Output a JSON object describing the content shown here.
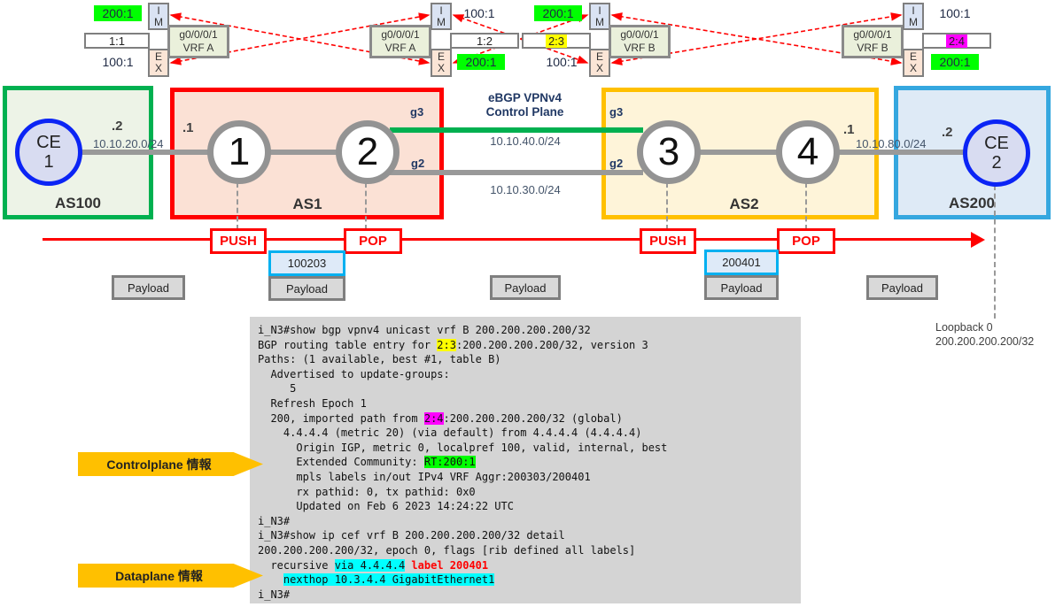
{
  "widgets": [
    {
      "import_rt": "200:1",
      "import_bg": "#00FF00",
      "im": "I\nM",
      "rd": "1:1",
      "rd_bg": "none",
      "ex": "E\nX",
      "export_rt": "100:1",
      "export_bg": "none",
      "interface": "g0/0/0/1",
      "vrf": "VRF A"
    },
    {
      "import_rt": "100:1",
      "import_bg": "none",
      "im": "I\nM",
      "rd": "1:2",
      "rd_bg": "none",
      "ex": "E\nX",
      "export_rt": "200:1",
      "export_bg": "#00FF00",
      "interface": "g0/0/0/1",
      "vrf": "VRF A"
    },
    {
      "import_rt": "200:1",
      "import_bg": "#00FF00",
      "im": "I\nM",
      "rd": "2:3",
      "rd_bg": "#FFFF00",
      "ex": "E\nX",
      "export_rt": "100:1",
      "export_bg": "none",
      "interface": "g0/0/0/1",
      "vrf": "VRF B"
    },
    {
      "import_rt": "100:1",
      "import_bg": "none",
      "im": "I\nM",
      "rd": "2:4",
      "rd_bg": "#FF00FF",
      "ex": "E\nX",
      "export_rt": "200:1",
      "export_bg": "#00FF00",
      "interface": "g0/0/0/1",
      "vrf": "VRF B"
    }
  ],
  "topology": {
    "as_groups": [
      {
        "label": "AS100",
        "border": "#00B050",
        "fill": "#EDF3E7"
      },
      {
        "label": "AS1",
        "border": "#FF0000",
        "fill": "#FBE1D5"
      },
      {
        "label": "AS2",
        "border": "#FFC000",
        "fill": "#FEF4D9"
      },
      {
        "label": "AS200",
        "border": "#35A7DF",
        "fill": "#DEEAF6"
      }
    ],
    "nodes": {
      "ce1_line1": "CE",
      "ce1_line2": "1",
      "r1": "1",
      "r2": "2",
      "r3": "3",
      "r4": "4",
      "ce2_line1": "CE",
      "ce2_line2": "2"
    },
    "links": {
      "ce1_r1": {
        "ip": "10.10.20.0/24",
        "left_addr": ".2",
        "right_addr": ".1"
      },
      "r2_r3_g3": {
        "ip": "10.10.40.0/24",
        "left_port": "g3",
        "right_port": "g3"
      },
      "r2_r3_g2": {
        "ip": "10.10.30.0/24",
        "left_port": "g2",
        "right_port": "g2"
      },
      "r4_ce2": {
        "ip": "10.10.80.0/24",
        "left_addr": ".1",
        "right_addr": ".2"
      }
    },
    "ebgp_line1": "eBGP VPNv4",
    "ebgp_line2": "Control Plane",
    "loopback_line1": "Loopback 0",
    "loopback_line2": "200.200.200.200/32"
  },
  "mpls_row": {
    "push": "PUSH",
    "pop": "POP",
    "payload": "Payload",
    "label1": "100203",
    "label2": "200401"
  },
  "callouts": {
    "controlplane": "Controlplane 情報",
    "dataplane": "Dataplane 情報"
  },
  "terminal": {
    "lines": [
      [
        {
          "t": "i_N3#show bgp vpnv4 unicast vrf B 200.200.200.200/32"
        }
      ],
      [
        {
          "t": "BGP routing table entry for "
        },
        {
          "t": "2:3",
          "bg": "#FFFF00"
        },
        {
          "t": ":200.200.200.200/32, version 3"
        }
      ],
      [
        {
          "t": "Paths: (1 available, best #1, table B)"
        }
      ],
      [
        {
          "t": "  Advertised to update-groups:"
        }
      ],
      [
        {
          "t": "     5"
        }
      ],
      [
        {
          "t": "  Refresh Epoch 1"
        }
      ],
      [
        {
          "t": "  200, imported path from "
        },
        {
          "t": "2:4",
          "bg": "#FF00FF"
        },
        {
          "t": ":200.200.200.200/32 (global)"
        }
      ],
      [
        {
          "t": "    4.4.4.4 (metric 20) (via default) from 4.4.4.4 (4.4.4.4)"
        }
      ],
      [
        {
          "t": "      Origin IGP, metric 0, localpref 100, valid, internal, best"
        }
      ],
      [
        {
          "t": "      Extended Community: "
        },
        {
          "t": "RT:200:1",
          "bg": "#00FF00"
        }
      ],
      [
        {
          "t": "      mpls labels in/out IPv4 VRF Aggr:200303/200401"
        }
      ],
      [
        {
          "t": "      rx pathid: 0, tx pathid: 0x0"
        }
      ],
      [
        {
          "t": "      Updated on Feb 6 2023 14:24:22 UTC"
        }
      ],
      [
        {
          "t": "i_N3#"
        }
      ],
      [
        {
          "t": "i_N3#show ip cef vrf B 200.200.200.200/32 detail"
        }
      ],
      [
        {
          "t": "200.200.200.200/32, epoch 0, flags [rib defined all labels]"
        }
      ],
      [
        {
          "t": "  recursive "
        },
        {
          "t": "via 4.4.4.4",
          "bg": "#00FFFF"
        },
        {
          "t": " "
        },
        {
          "t": "label 200401",
          "fg": "#FF0000",
          "b": true
        }
      ],
      [
        {
          "t": "    "
        },
        {
          "t": "nexthop 10.3.4.4 GigabitEthernet1",
          "bg": "#00FFFF"
        }
      ],
      [
        {
          "t": "i_N3#"
        }
      ]
    ]
  },
  "colors": {
    "highlight_green": "#00FF00",
    "highlight_yellow": "#FFFF00",
    "highlight_magenta": "#FF00FF",
    "highlight_cyan": "#00FFFF",
    "label_red_text": "#FF0000",
    "control_plane_link": "#00B050",
    "callout_fill": "#FFC000"
  }
}
